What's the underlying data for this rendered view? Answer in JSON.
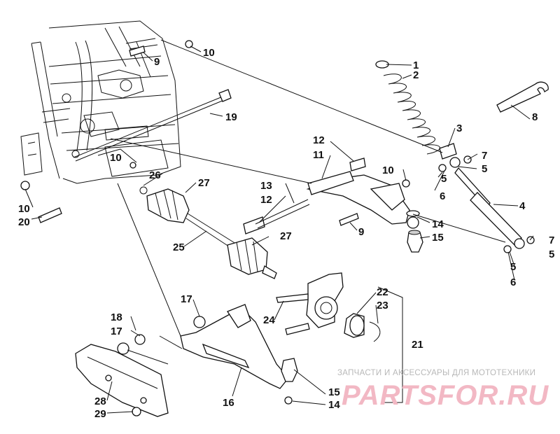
{
  "callouts": [
    {
      "id": "c1",
      "text": "1"
    },
    {
      "id": "c2",
      "text": "2"
    },
    {
      "id": "c3",
      "text": "3"
    },
    {
      "id": "c4",
      "text": "4"
    },
    {
      "id": "c5a",
      "text": "5"
    },
    {
      "id": "c5b",
      "text": "5"
    },
    {
      "id": "c5c",
      "text": "5"
    },
    {
      "id": "c5d",
      "text": "5"
    },
    {
      "id": "c6a",
      "text": "6"
    },
    {
      "id": "c6b",
      "text": "6"
    },
    {
      "id": "c7a",
      "text": "7"
    },
    {
      "id": "c7b",
      "text": "7"
    },
    {
      "id": "c8",
      "text": "8"
    },
    {
      "id": "c9a",
      "text": "9"
    },
    {
      "id": "c9b",
      "text": "9"
    },
    {
      "id": "c10a",
      "text": "10"
    },
    {
      "id": "c10b",
      "text": "10"
    },
    {
      "id": "c10c",
      "text": "10"
    },
    {
      "id": "c10d",
      "text": "10"
    },
    {
      "id": "c11",
      "text": "11"
    },
    {
      "id": "c12a",
      "text": "12"
    },
    {
      "id": "c12b",
      "text": "12"
    },
    {
      "id": "c13",
      "text": "13"
    },
    {
      "id": "c14a",
      "text": "14"
    },
    {
      "id": "c14b",
      "text": "14"
    },
    {
      "id": "c15a",
      "text": "15"
    },
    {
      "id": "c15b",
      "text": "15"
    },
    {
      "id": "c16",
      "text": "16"
    },
    {
      "id": "c17a",
      "text": "17"
    },
    {
      "id": "c17b",
      "text": "17"
    },
    {
      "id": "c18",
      "text": "18"
    },
    {
      "id": "c19",
      "text": "19"
    },
    {
      "id": "c20",
      "text": "20"
    },
    {
      "id": "c21",
      "text": "21"
    },
    {
      "id": "c22",
      "text": "22"
    },
    {
      "id": "c23",
      "text": "23"
    },
    {
      "id": "c24",
      "text": "24"
    },
    {
      "id": "c25",
      "text": "25"
    },
    {
      "id": "c26",
      "text": "26"
    },
    {
      "id": "c27a",
      "text": "27"
    },
    {
      "id": "c27b",
      "text": "27"
    },
    {
      "id": "c28",
      "text": "28"
    },
    {
      "id": "c29",
      "text": "29"
    }
  ],
  "watermark": {
    "subtitle": "ЗАПЧАСТИ И АКСЕССУАРЫ ДЛЯ МОТОТЕХНИКИ",
    "logo": "PARTSFOR.RU",
    "logo_color": "#f2b8c4"
  }
}
